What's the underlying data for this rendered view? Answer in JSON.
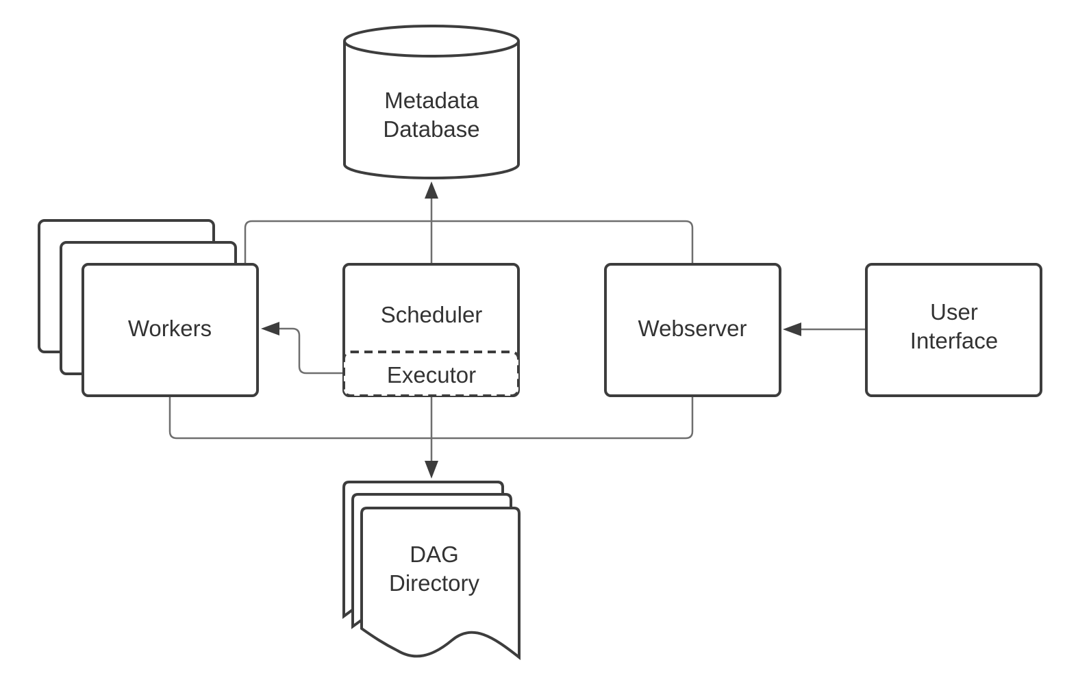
{
  "nodes": {
    "metadata_db": {
      "line1": "Metadata",
      "line2": "Database"
    },
    "workers": {
      "label": "Workers"
    },
    "scheduler": {
      "label": "Scheduler"
    },
    "executor": {
      "label": "Executor"
    },
    "webserver": {
      "label": "Webserver"
    },
    "user_interface": {
      "line1": "User",
      "line2": "Interface"
    },
    "dag_directory": {
      "line1": "DAG",
      "line2": "Directory"
    }
  },
  "edges": [
    {
      "from": "scheduler",
      "to": "metadata_db"
    },
    {
      "from": "workers",
      "to": "metadata_db"
    },
    {
      "from": "webserver",
      "to": "metadata_db"
    },
    {
      "from": "executor",
      "to": "workers"
    },
    {
      "from": "scheduler",
      "to": "dag_directory"
    },
    {
      "from": "workers",
      "to": "dag_directory"
    },
    {
      "from": "webserver",
      "to": "dag_directory"
    },
    {
      "from": "user_interface",
      "to": "webserver"
    }
  ]
}
